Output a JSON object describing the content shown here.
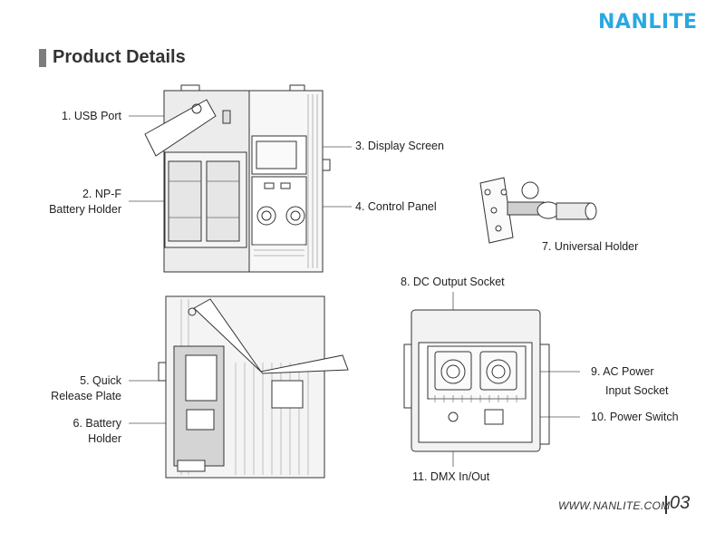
{
  "brand": {
    "logo": "NANLITE"
  },
  "header": {
    "title": "Product Details"
  },
  "labels": {
    "usb_port": "1. USB Port",
    "npf_line1": "2. NP-F",
    "npf_line2": "Battery Holder",
    "display": "3. Display Screen",
    "control": "4. Control Panel",
    "qr_line1": "5. Quick",
    "qr_line2": "Release Plate",
    "bat_line1": "6. Battery",
    "bat_line2": "Holder",
    "universal": "7. Universal Holder",
    "dc_out": "8. DC Output Socket",
    "ac_line1": "9. AC Power",
    "ac_line2": "Input Socket",
    "power_switch": "10. Power Switch",
    "dmx": "11. DMX In/Out"
  },
  "footer": {
    "url": "WWW.NANLITE.COM",
    "page": "03"
  }
}
